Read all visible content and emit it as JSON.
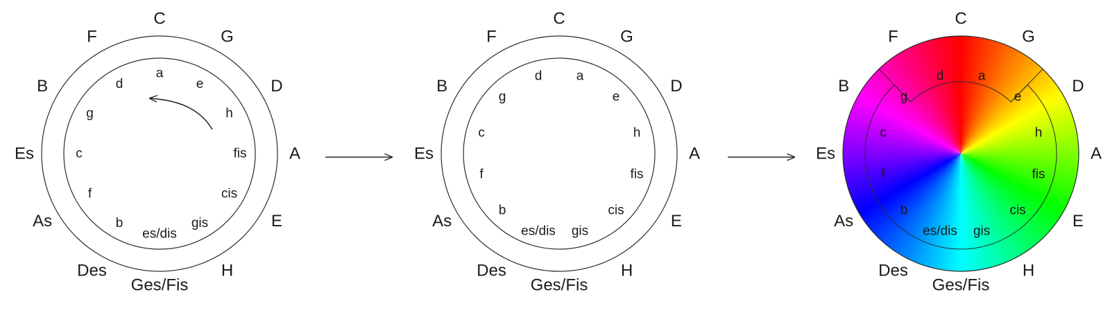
{
  "major_keys": [
    "C",
    "G",
    "D",
    "A",
    "E",
    "H",
    "Ges/Fis",
    "Des",
    "As",
    "Es",
    "B",
    "F"
  ],
  "minor_keys": [
    "a",
    "e",
    "h",
    "fis",
    "cis",
    "gis",
    "es/dis",
    "b",
    "f",
    "c",
    "g",
    "d"
  ],
  "panels": [
    {
      "id": "panel-1",
      "variant": "rotating-inner-circle",
      "rotation_arrow": true,
      "colored": false
    },
    {
      "id": "panel-2",
      "variant": "aligned-inner-circle",
      "rotation_arrow": false,
      "colored": false
    },
    {
      "id": "panel-3",
      "variant": "color-wheel",
      "rotation_arrow": false,
      "colored": true,
      "color_start_hue_deg": 0
    }
  ],
  "transition_arrows": 2,
  "colors": {
    "line": "#2a2a2a",
    "text": "#1a1a1a"
  },
  "icons": [
    "rotate-arrow-icon",
    "right-arrow-icon"
  ]
}
